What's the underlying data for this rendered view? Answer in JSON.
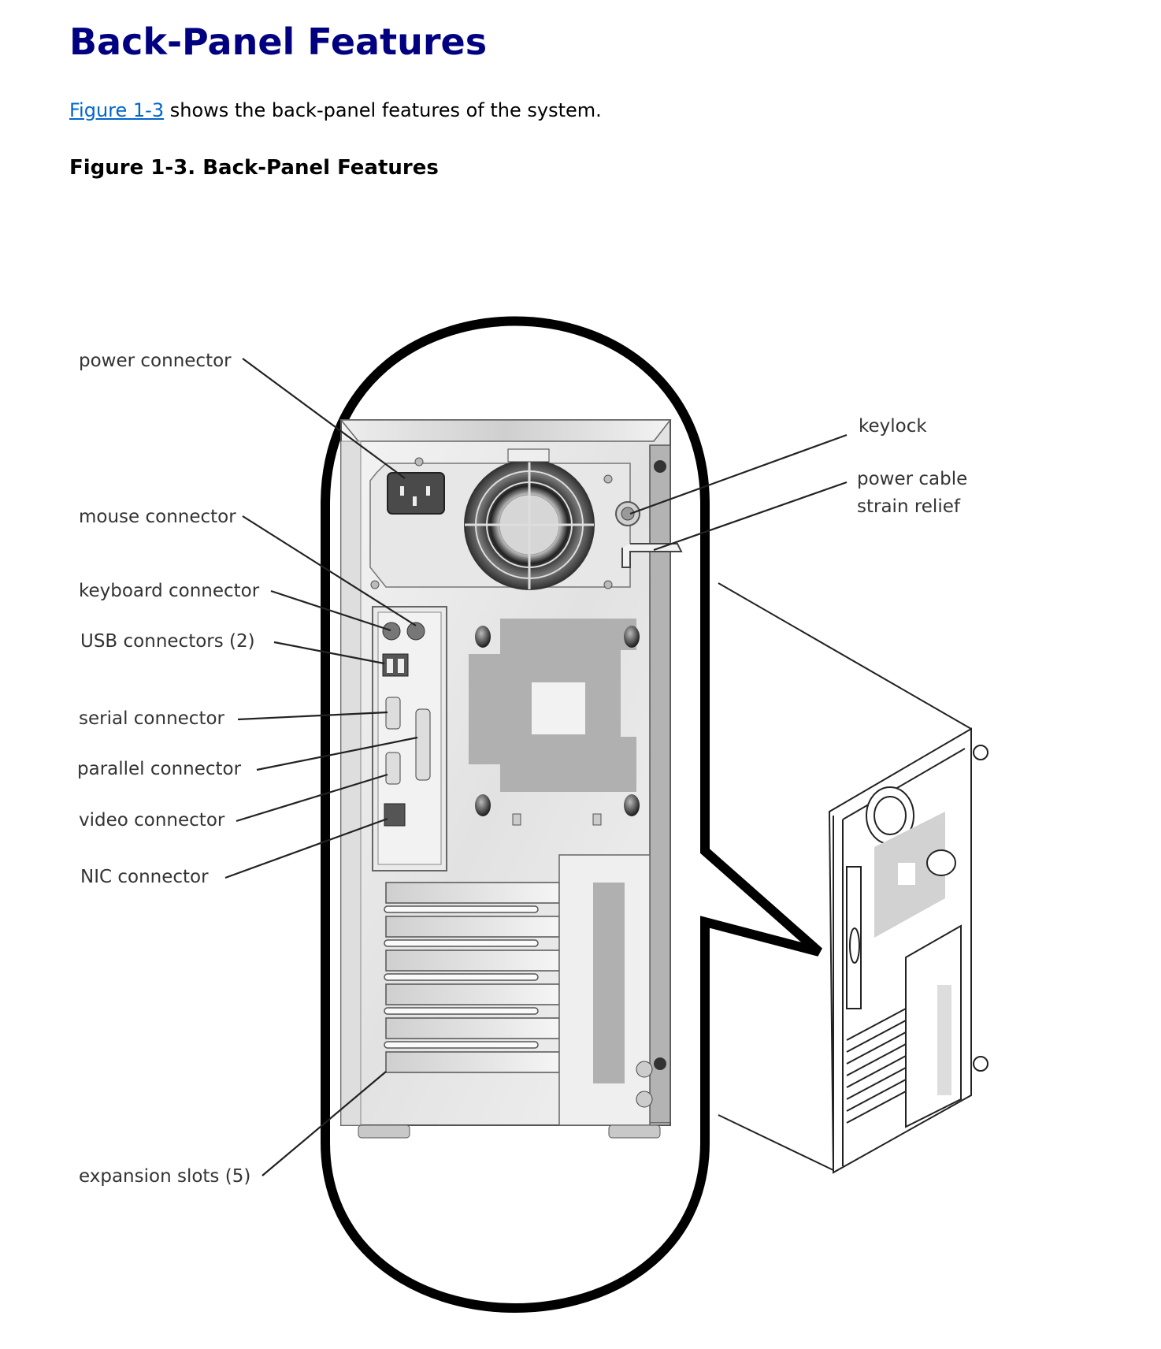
{
  "page": {
    "title": "Back-Panel Features",
    "intro": {
      "link_text": "Figure 1-3",
      "rest_text": " shows the back-panel features of the system."
    },
    "figure_caption": "Figure 1-3. Back-Panel Features"
  },
  "colors": {
    "title": "#000080",
    "link": "#0066cc"
  },
  "figure": {
    "callouts": {
      "power_connector": "power connector",
      "mouse_connector": "mouse connector",
      "keyboard_connector": "keyboard connector",
      "usb_connectors": "USB connectors (2)",
      "serial_connector": "serial connector",
      "parallel_connector": "parallel connector",
      "video_connector": "video connector",
      "nic_connector": "NIC connector",
      "expansion_slots": "expansion slots (5)",
      "keylock": "keylock",
      "power_cable_strain_relief_line1": "power cable",
      "power_cable_strain_relief_line2": "strain relief"
    },
    "expansion_slot_count": 5
  }
}
